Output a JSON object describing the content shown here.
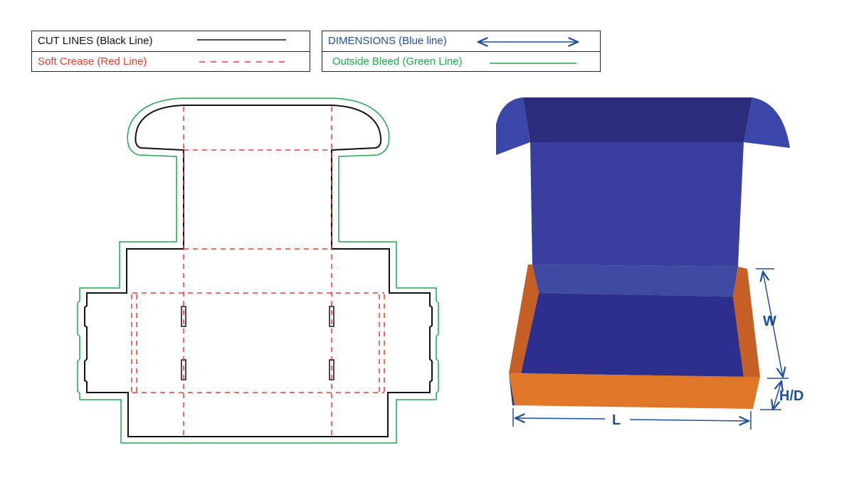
{
  "legend_left": {
    "cut": {
      "label": "CUT LINES (Black Line)",
      "color": "#111111"
    },
    "crease": {
      "label": "Soft Crease (Red Line)",
      "color": "#ee3b2b"
    }
  },
  "legend_right": {
    "dimensions": {
      "label": "DIMENSIONS (Blue line)",
      "color": "#1d4f9e"
    },
    "bleed": {
      "label": "Outside Bleed (Green Line)",
      "color": "#1faa4a"
    }
  },
  "dimension_labels": {
    "width": "W",
    "height": "H/D",
    "length": "L"
  },
  "colors": {
    "lid_top": "#2b2d7c",
    "lid_inner": "#3a3e9e",
    "floor": "#2c2f8e",
    "orange_front": "#e07627",
    "orange_side": "#c55f26"
  }
}
